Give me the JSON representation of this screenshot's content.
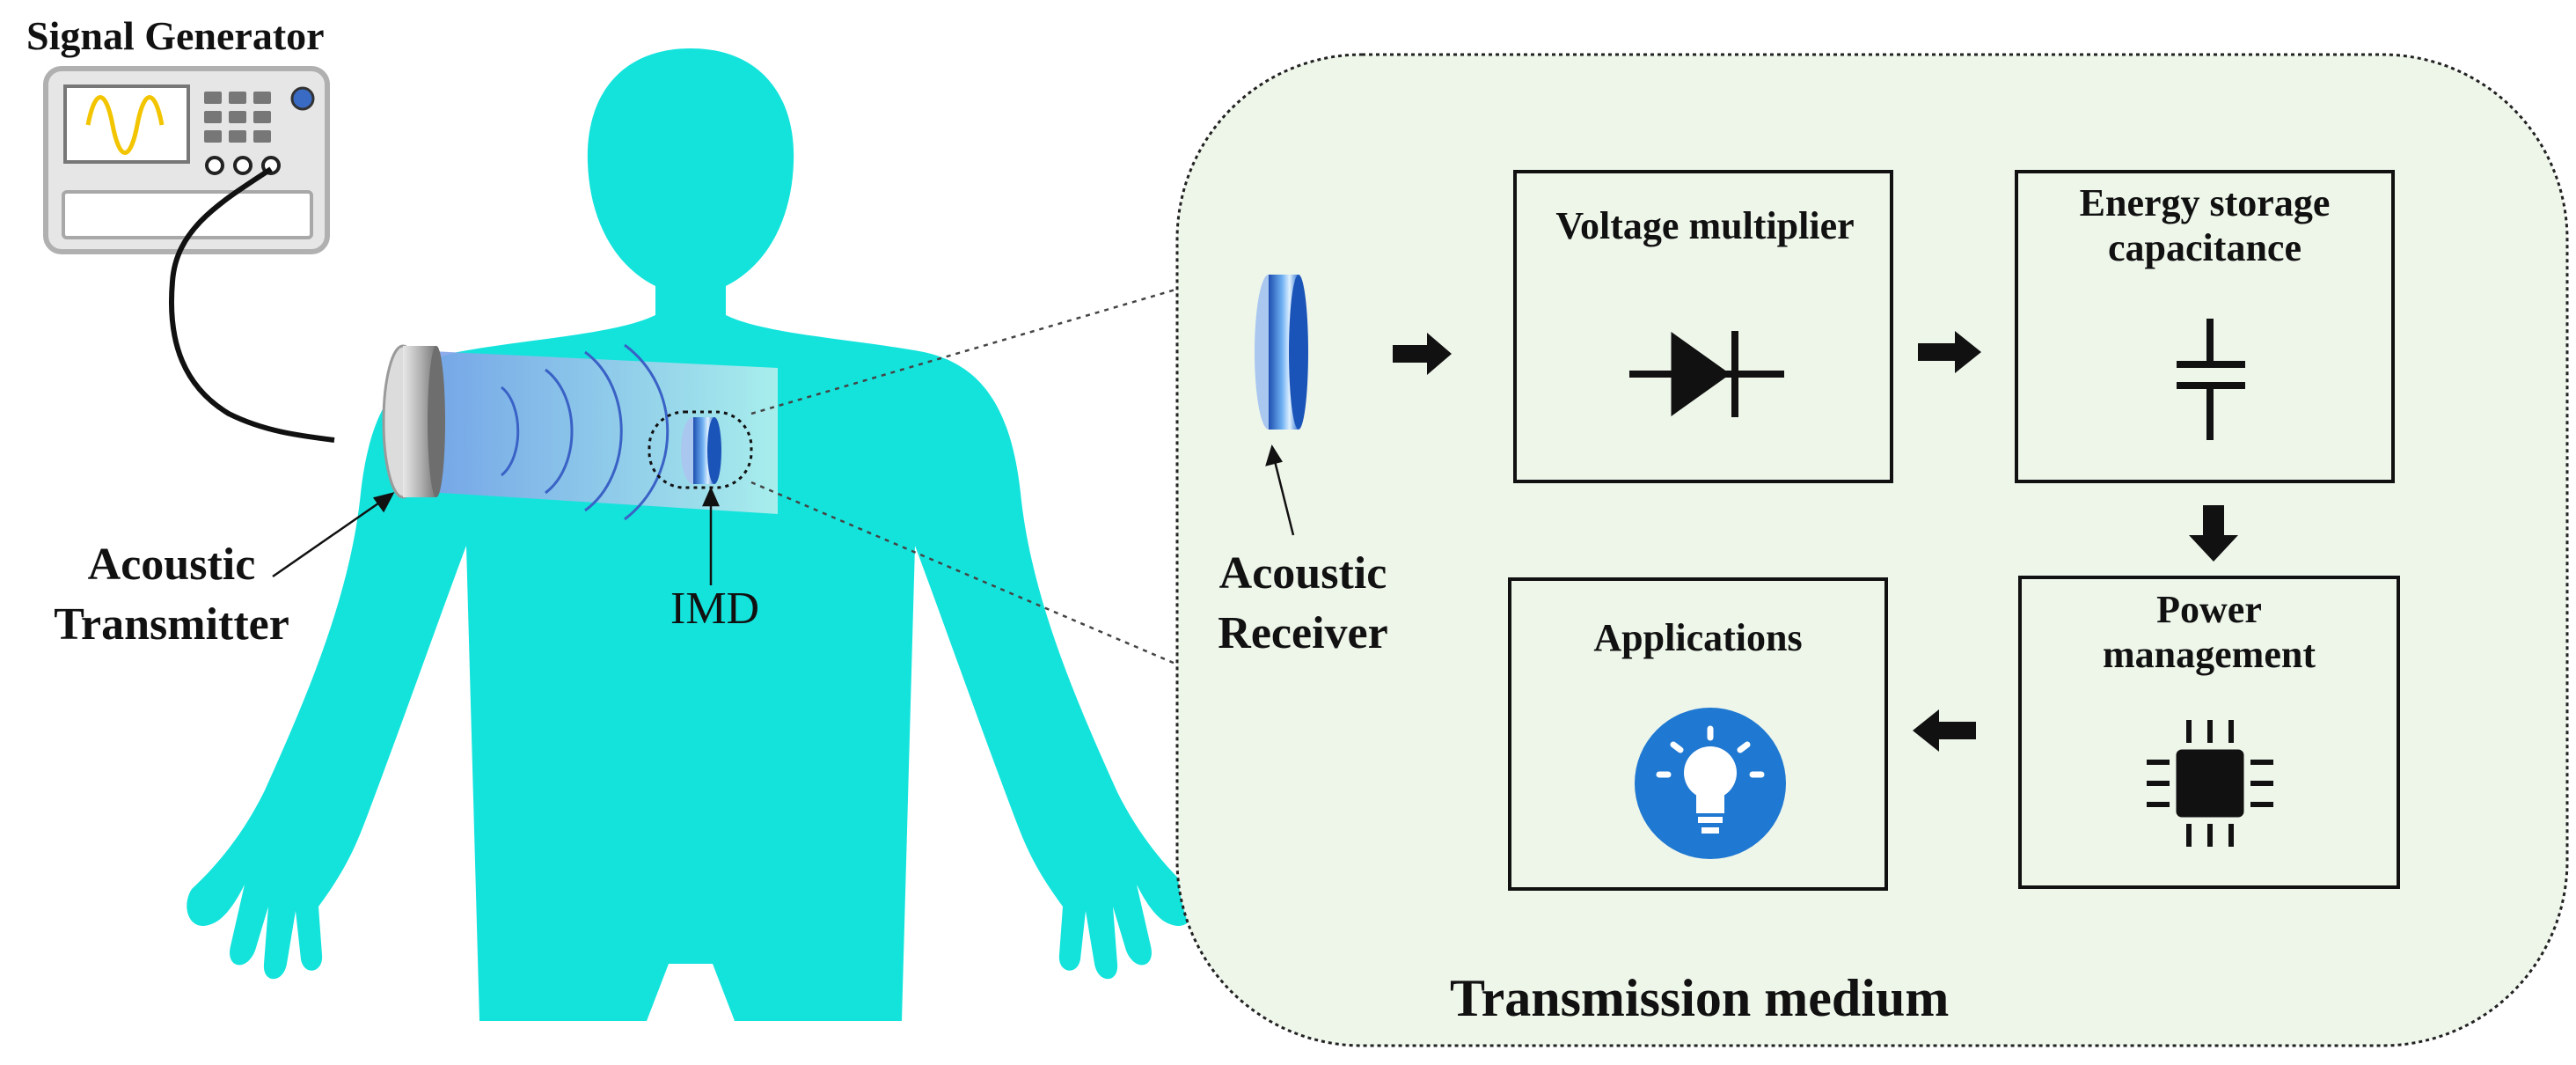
{
  "figure": {
    "signal_generator_label": "Signal Generator",
    "acoustic_transmitter_label": [
      "Acoustic",
      "Transmitter"
    ],
    "imd_label": "IMD",
    "acoustic_receiver_label": [
      "Acoustic",
      "Receiver"
    ],
    "transmission_medium_label": "Transmission medium"
  },
  "blocks": {
    "voltage_multiplier": {
      "title": [
        "Voltage multiplier"
      ],
      "icon": "diode-icon"
    },
    "energy_storage": {
      "title": [
        "Energy storage",
        "capacitance"
      ],
      "icon": "capacitor-icon"
    },
    "power_management": {
      "title": [
        "Power",
        "management"
      ],
      "icon": "chip-icon"
    },
    "applications": {
      "title": [
        "Applications"
      ],
      "icon": "lightbulb-icon"
    }
  },
  "colors": {
    "body": "#14e3dc",
    "medium_panel": "#eef6ea",
    "waveform": "#f2c500",
    "receiver_blue": "#3e82d6",
    "bulb_circle": "#1f78d1"
  }
}
